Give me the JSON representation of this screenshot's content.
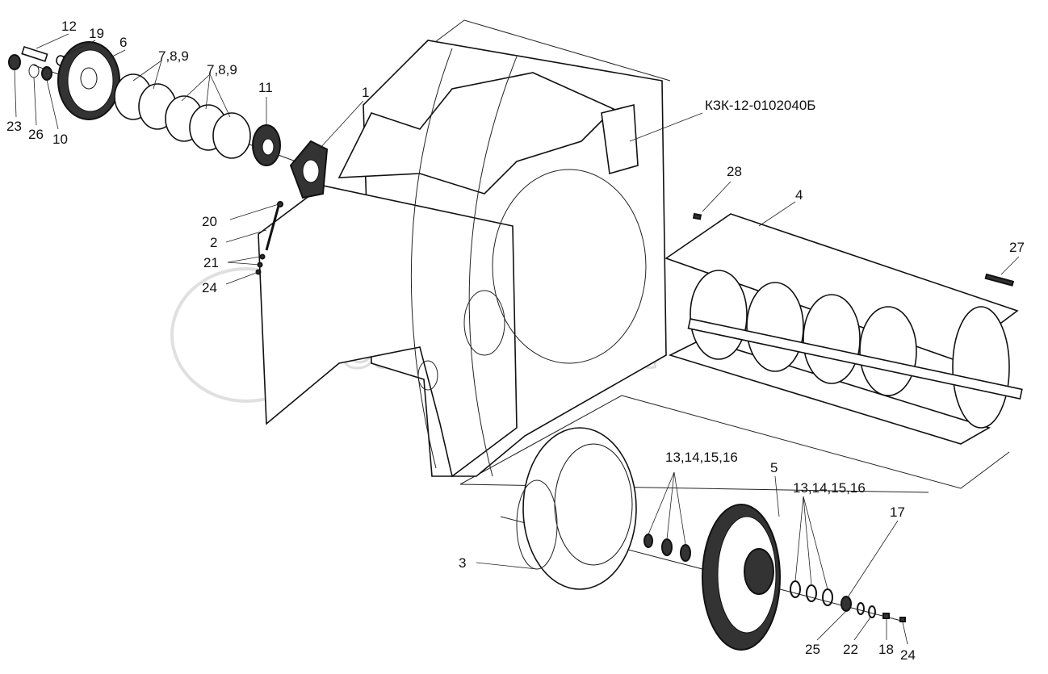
{
  "diagram": {
    "watermark": "autopita",
    "callouts": {
      "c12": "12",
      "c19": "19",
      "c6": "6",
      "c789a": "7,8,9",
      "c789b": "7,8,9",
      "c11": "11",
      "c1": "1",
      "c23": "23",
      "c26": "26",
      "c10": "10",
      "assembly": "КЗК-12-0102040Б",
      "c28": "28",
      "c4": "4",
      "c27": "27",
      "c20": "20",
      "c2": "2",
      "c21": "21",
      "c24a": "24",
      "c1316a": "13,14,15,16",
      "c5": "5",
      "c1316b": "13,14,15,16",
      "c17": "17",
      "c3": "3",
      "c25": "25",
      "c22": "22",
      "c18": "18",
      "c24b": "24"
    }
  }
}
